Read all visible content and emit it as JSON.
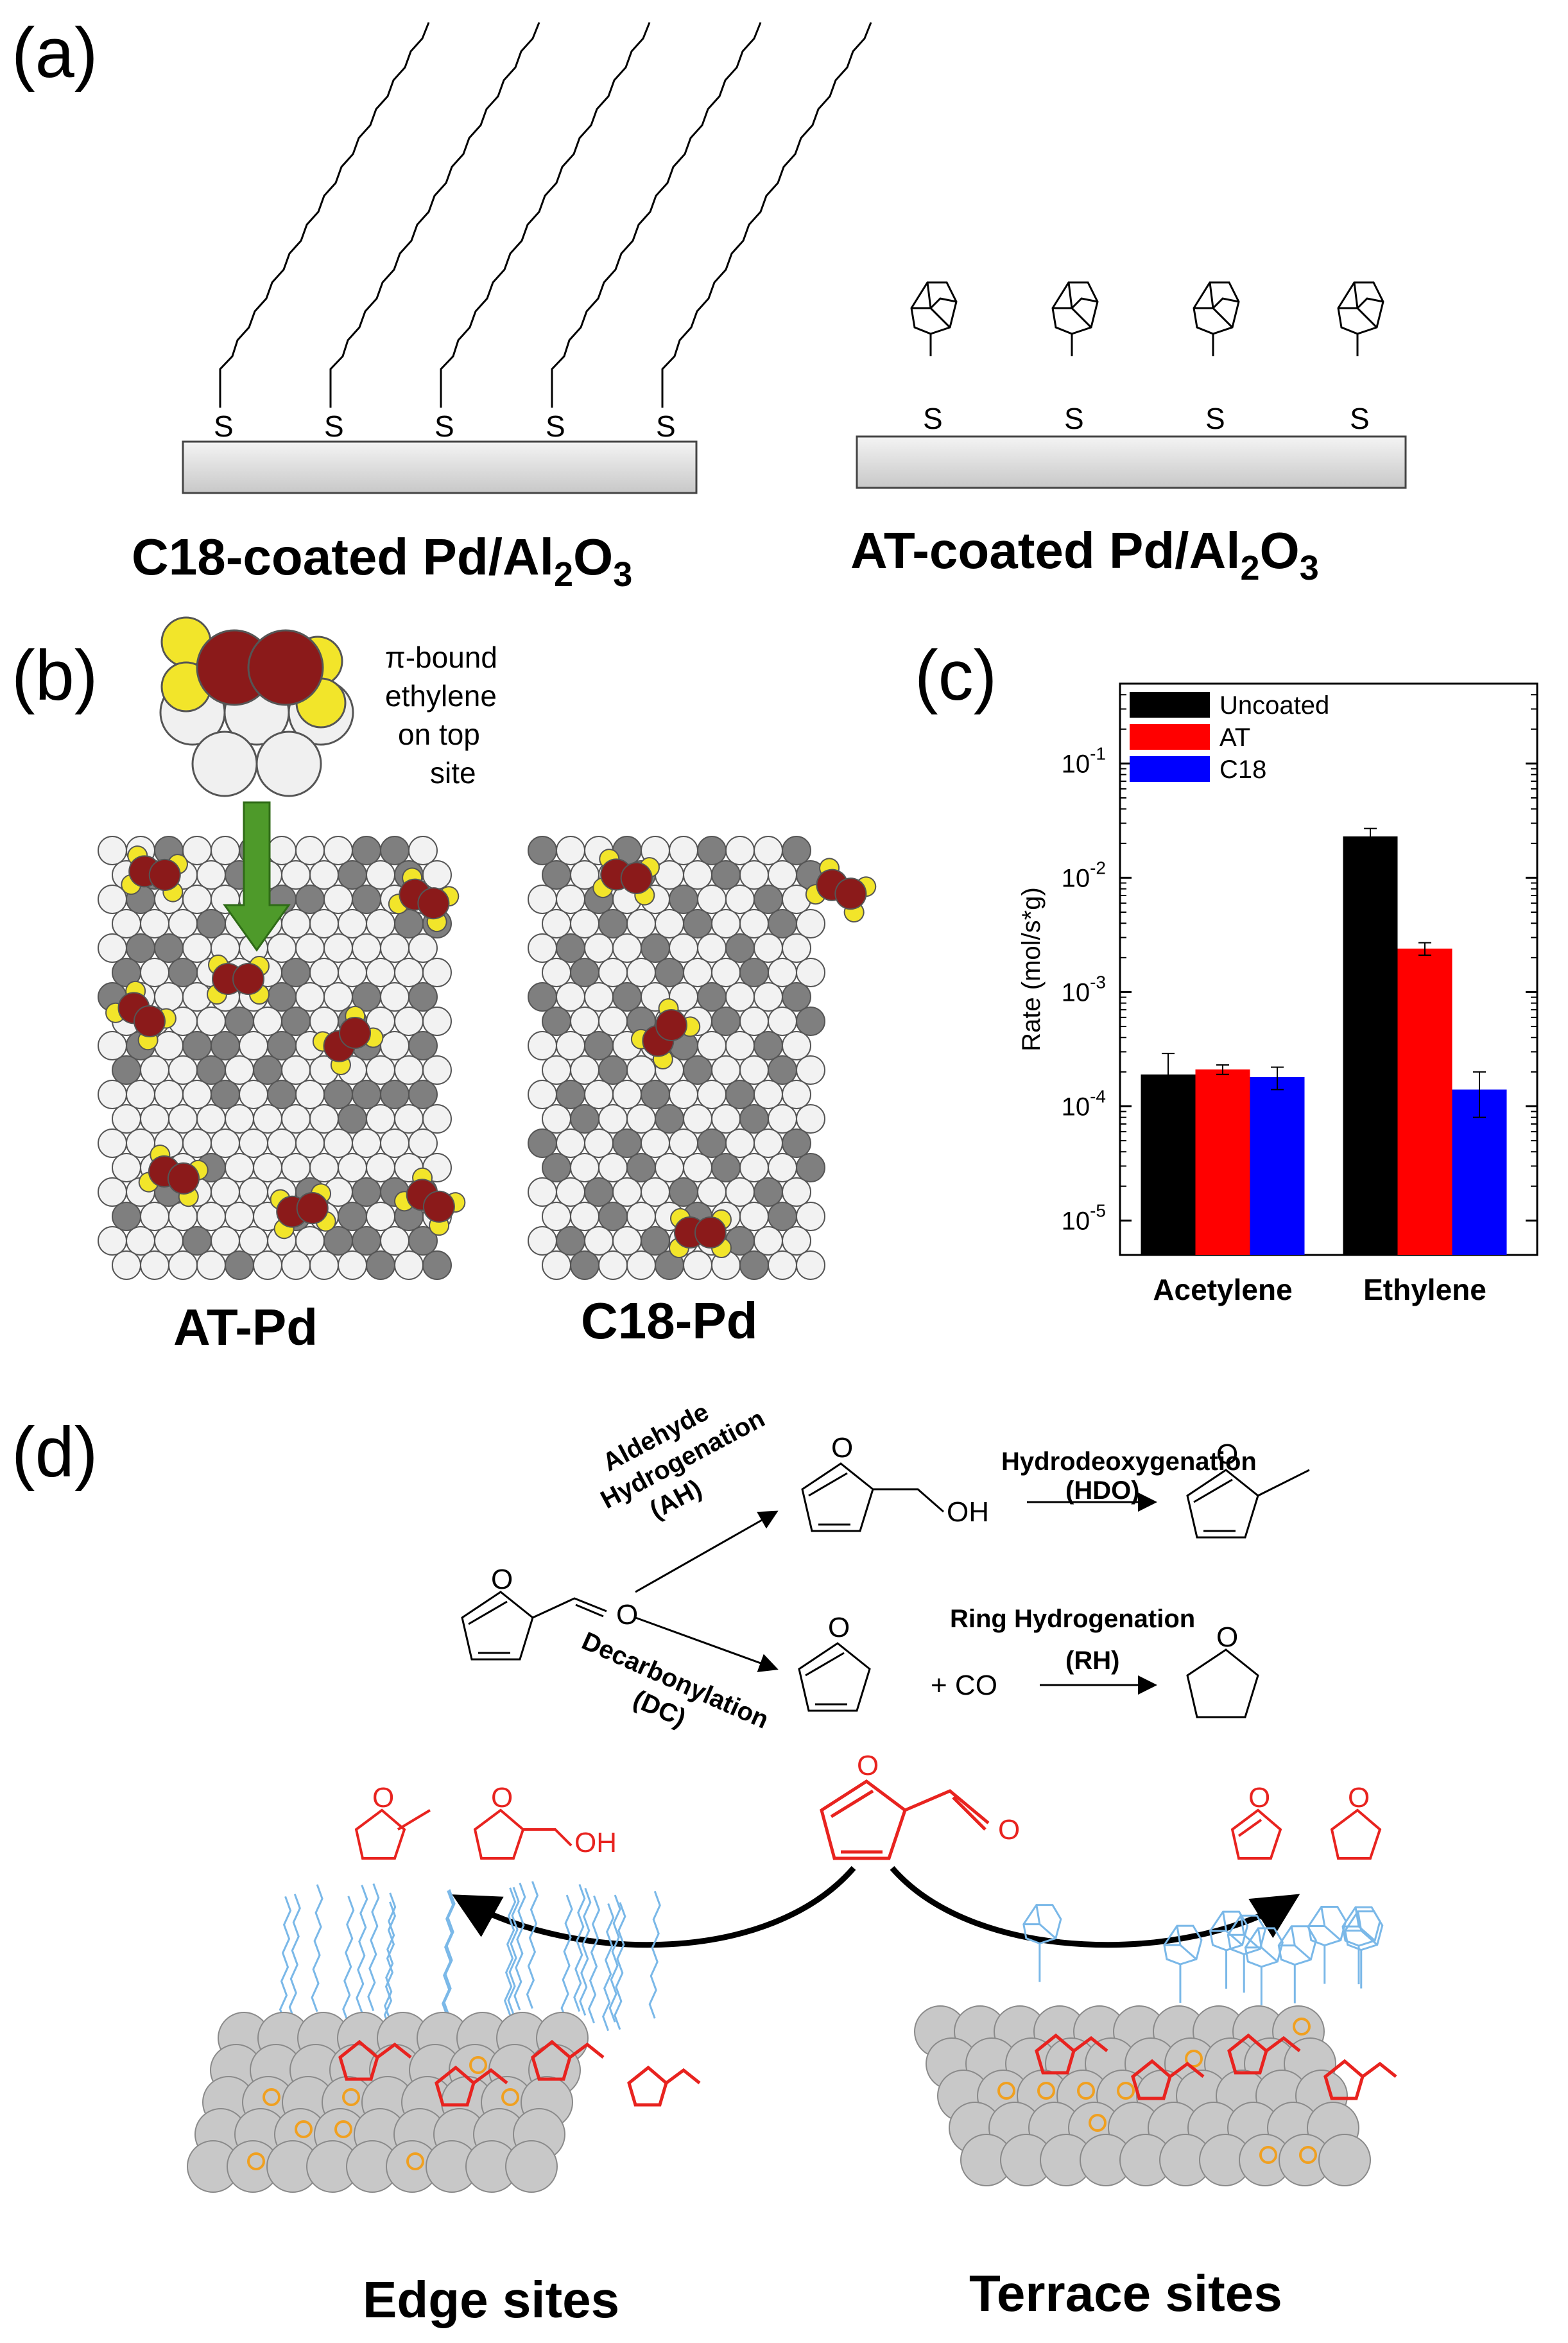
{
  "panel_a": {
    "letter": "(a)",
    "left_caption": "C18-coated Pd/Al",
    "right_caption": "AT-coated Pd/Al",
    "sub_2": "2",
    "o_label": "O",
    "sub_3": "3",
    "thiol_label": "S"
  },
  "panel_b": {
    "letter": "(b)",
    "annotation_line1": "π-bound",
    "annotation_line2": "ethylene",
    "annotation_line3": "on top",
    "annotation_line4": "site",
    "left_caption": "AT-Pd",
    "right_caption": "C18-Pd",
    "colors": {
      "pd_top": "#f2f2f2",
      "pd_sub": "#7f7f7f",
      "carbon": "#8b1a1a",
      "hydrogen": "#f2e52a",
      "arrow": "#4e9a2a"
    }
  },
  "panel_c": {
    "letter": "(c)",
    "chart_data": {
      "type": "bar",
      "categories": [
        "Acetylene",
        "Ethylene"
      ],
      "series": [
        {
          "name": "Uncoated",
          "color": "#000000",
          "values": [
            0.00019,
            0.023
          ],
          "error": [
            0.0001,
            0.004
          ]
        },
        {
          "name": "AT",
          "color": "#ff0000",
          "values": [
            0.00021,
            0.0024
          ],
          "error": [
            2e-05,
            0.0003
          ]
        },
        {
          "name": "C18",
          "color": "#0000ff",
          "values": [
            0.00018,
            0.00014
          ],
          "error": [
            4e-05,
            6e-05
          ]
        }
      ],
      "ylabel": "Rate (mol/s*g)",
      "yscale": "log",
      "ylim": [
        5e-06,
        0.5
      ],
      "yticks": [
        "10",
        "10",
        "10",
        "10",
        "10"
      ],
      "ytick_exponents": [
        "-1",
        "-2",
        "-3",
        "-4",
        "-5"
      ],
      "legend": "top-left"
    }
  },
  "panel_d": {
    "letter": "(d)",
    "aldehyde_hydrogenation": [
      "Aldehyde",
      "Hydrogenation",
      "(AH)"
    ],
    "hydrodeoxygenation": [
      "Hydrodeoxygenation",
      "(HDO)"
    ],
    "decarbonylation": [
      "Decarbonylation",
      "(DC)"
    ],
    "ring_hydrogenation": [
      "Ring Hydrogenation",
      "(RH)"
    ],
    "atom_O": "O",
    "hydroxyl": "OH",
    "plus_co": "+ CO",
    "left_caption": "Edge sites",
    "right_caption": "Terrace sites",
    "colors": {
      "molecule": "#e8231f",
      "ligand": "#7ab8e8",
      "surface": "#c8c8c8",
      "adsorbate_ring": "#f0a020"
    }
  }
}
